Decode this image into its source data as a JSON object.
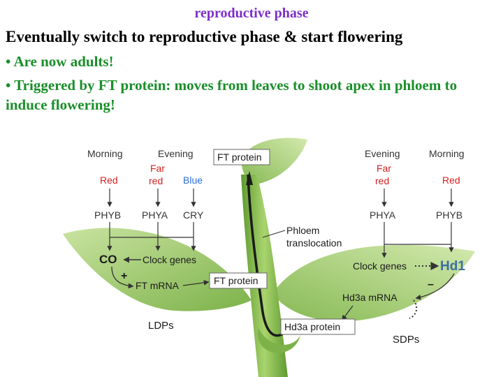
{
  "slide": {
    "title": "reproductive phase",
    "heading": "Eventually switch to reproductive phase & start flowering",
    "bullets": [
      "• Are now adults!",
      "• Triggered by  FT protein: moves from leaves to shoot apex in phloem to induce flowering!"
    ]
  },
  "figure": {
    "left": {
      "morning": "Morning",
      "evening": "Evening",
      "red": "Red",
      "far": "Far",
      "far_red": "red",
      "blue": "Blue",
      "phyb": "PHYB",
      "phya": "PHYA",
      "cry": "CRY",
      "co": "CO",
      "clock_genes": "Clock genes",
      "plus": "+",
      "ft_mrna": "FT mRNA",
      "ft_protein_box": "FT protein",
      "ldps": "LDPs"
    },
    "top_box": "FT protein",
    "phloem_line1": "Phloem",
    "phloem_line2": "translocation",
    "right": {
      "evening": "Evening",
      "morning": "Morning",
      "far": "Far",
      "far_red": "red",
      "red": "Red",
      "phya": "PHYA",
      "phyb": "PHYB",
      "clock_genes": "Clock genes",
      "hd1": "Hd1",
      "minus": "–",
      "hd3a_mrna": "Hd3a mRNA",
      "hd3a_protein_box": "Hd3a protein",
      "sdps": "SDPs"
    },
    "colors": {
      "red_label": "#d62020",
      "blue_label": "#2a6fd6",
      "leaf": "#8fc45a",
      "stem": "#6aa83a"
    }
  }
}
